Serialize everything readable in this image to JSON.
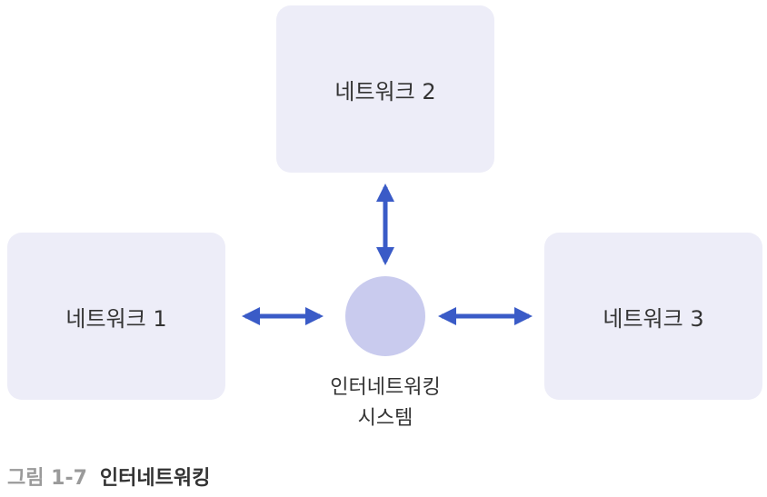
{
  "diagram": {
    "networks": {
      "top": "네트워크 2",
      "left": "네트워크 1",
      "right": "네트워크 3"
    },
    "hub": {
      "label_line1": "인터네트워킹",
      "label_line2": "시스템"
    },
    "colors": {
      "box_fill": "#ededf8",
      "hub_fill": "#c9cbee",
      "arrow": "#3a5bc7"
    }
  },
  "caption": {
    "number": "그림 1-7",
    "title": "인터네트워킹"
  }
}
